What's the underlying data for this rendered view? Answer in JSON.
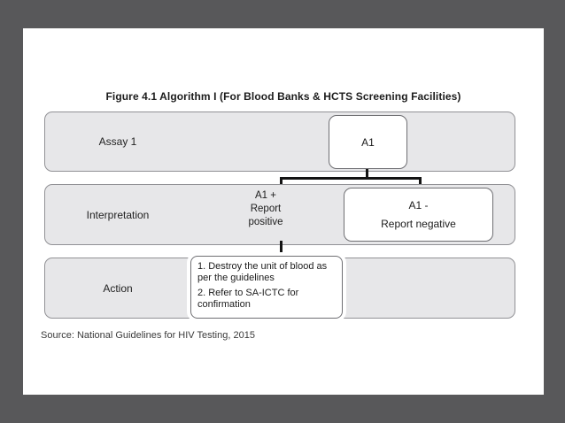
{
  "slide": {
    "title": "Figure 4.1 Algorithm I (For Blood Banks & HCTS Screening Facilities)",
    "source": "Source: National Guidelines for HIV Testing, 2015",
    "rows": [
      {
        "label": "Assay 1"
      },
      {
        "label": "Interpretation"
      },
      {
        "label": "Action"
      }
    ],
    "assay_box_label": "A1",
    "positive": {
      "lines": [
        "A1 +",
        "Report",
        "positive"
      ]
    },
    "negative": {
      "lines": [
        "A1 -",
        "Report negative"
      ]
    },
    "action": {
      "items": [
        "1. Destroy the unit of blood as per the guidelines",
        "2. Refer to SA-ICTC for confirmation"
      ]
    },
    "colors": {
      "frame": "#58585a",
      "slide_background": "#ffffff",
      "row_fill": "#e7e7e9",
      "row_border": "#919195",
      "box_border": "#6f6f73",
      "connector": "#141414"
    }
  }
}
